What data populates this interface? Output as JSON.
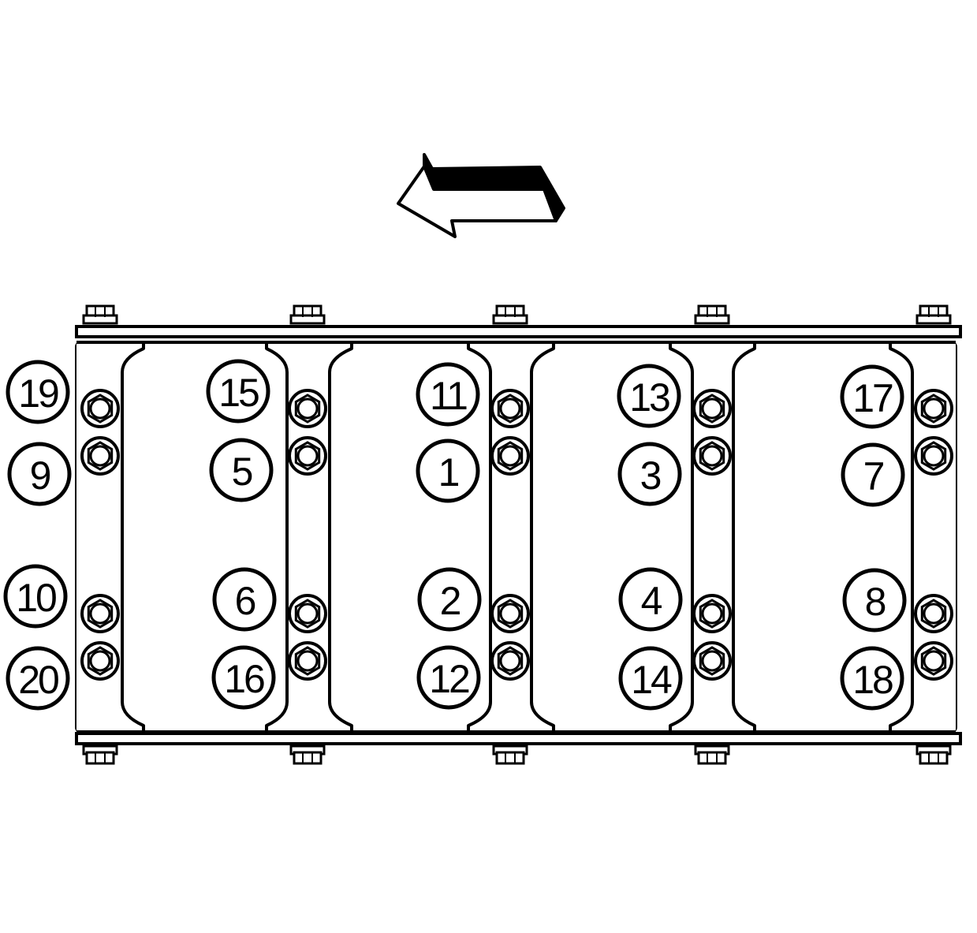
{
  "diagram": {
    "colors": {
      "ink": "#000000",
      "paper": "#ffffff"
    },
    "direction_arrow": {
      "icon": "front-direction-arrow-icon",
      "points": "left"
    },
    "caps": [
      {
        "id": "cap-1",
        "upper_bolt": {
          "outer": "19",
          "inner": "9"
        },
        "lower_bolt": {
          "inner": "10",
          "outer": "20"
        }
      },
      {
        "id": "cap-2",
        "upper_bolt": {
          "outer": "15",
          "inner": "5"
        },
        "lower_bolt": {
          "inner": "6",
          "outer": "16"
        }
      },
      {
        "id": "cap-3",
        "upper_bolt": {
          "outer": "11",
          "inner": "1"
        },
        "lower_bolt": {
          "inner": "2",
          "outer": "12"
        }
      },
      {
        "id": "cap-4",
        "upper_bolt": {
          "outer": "13",
          "inner": "3"
        },
        "lower_bolt": {
          "inner": "4",
          "outer": "14"
        }
      },
      {
        "id": "cap-5",
        "upper_bolt": {
          "outer": "17",
          "inner": "7"
        },
        "lower_bolt": {
          "inner": "8",
          "outer": "18"
        }
      }
    ]
  }
}
